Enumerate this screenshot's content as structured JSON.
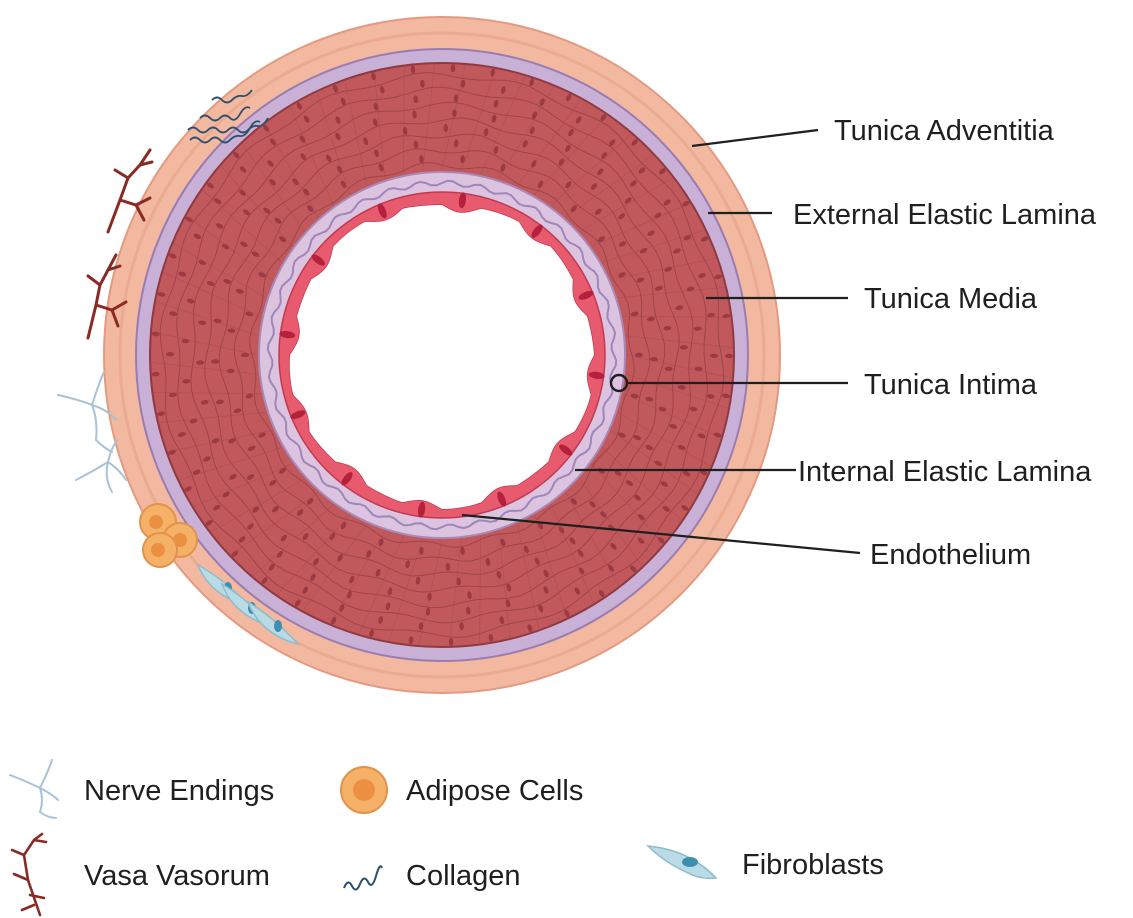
{
  "labels": {
    "tunica_adventitia": "Tunica Adventitia",
    "external_elastic_lamina": "External Elastic Lamina",
    "tunica_media": "Tunica Media",
    "tunica_intima": "Tunica Intima",
    "internal_elastic_lamina": "Internal Elastic Lamina",
    "endothelium": "Endothelium"
  },
  "legend": {
    "nerve_endings": "Nerve Endings",
    "adipose_cells": "Adipose Cells",
    "vasa_vasorum": "Vasa Vasorum",
    "collagen": "Collagen",
    "fibroblasts": "Fibroblasts"
  },
  "colors": {
    "adventitia": "#f2b8a0",
    "elastic_lamina": "#c9b0d6",
    "media": "#c0585c",
    "intima": "#dcc4e0",
    "endothelium": "#e85a6e",
    "vasa_vasorum": "#8a2a25",
    "nerve": "#a9c2d8",
    "adipose": "#f6b168",
    "fibroblast": "#b8dbe6",
    "collagen": "#2d4f6e"
  }
}
